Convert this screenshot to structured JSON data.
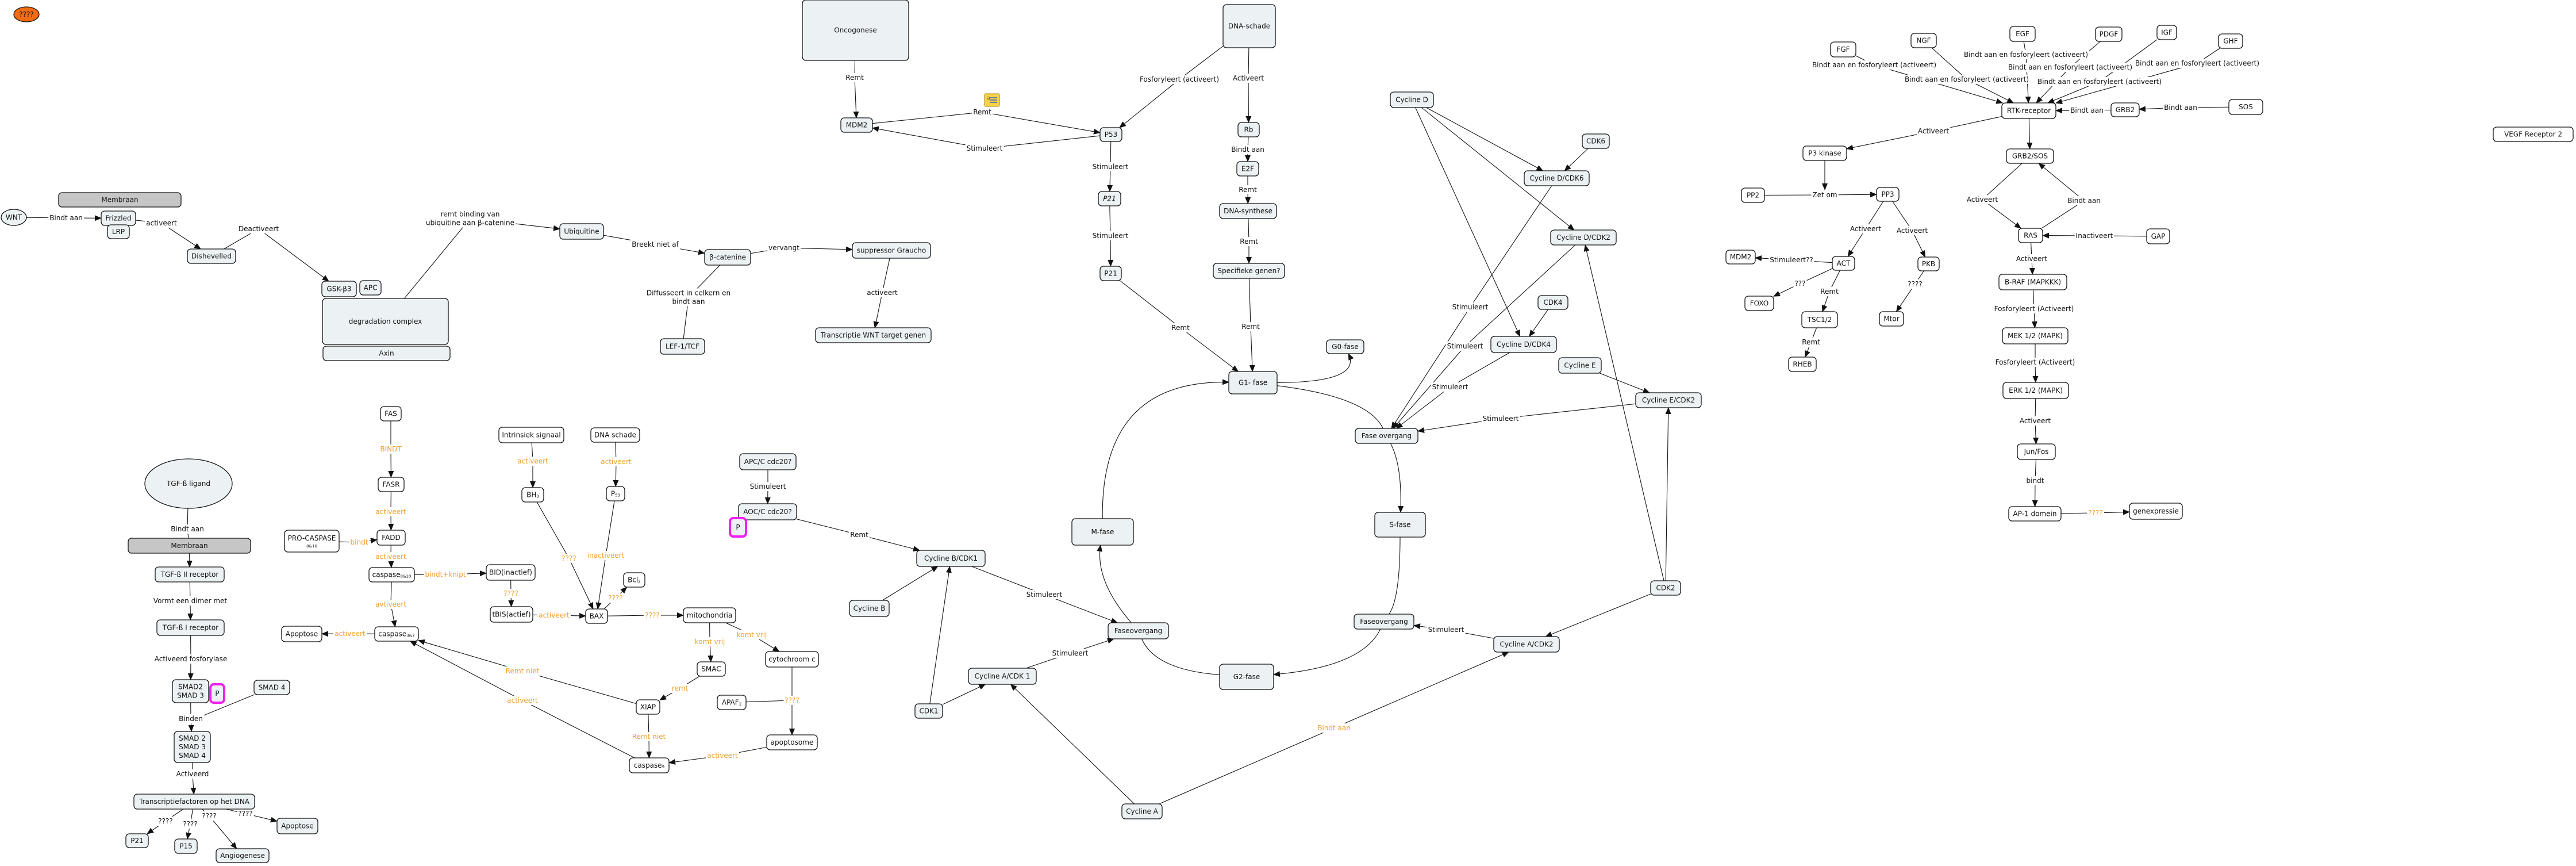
{
  "nodes": {
    "orange_bubble": "????",
    "wnt_membraan": "Membraan",
    "wnt": "WNT",
    "frizzled": "Frizzled",
    "lrp": "LRP",
    "dishevelled": "Dishevelled",
    "gsk": "GSK-β3",
    "apc": "APC",
    "degr": "degradation complex",
    "axin": "Axin",
    "ubiquitine": "Ubiquitine",
    "bcat": "β-catenine",
    "lef": "LEF-1/TCF",
    "graucho": "suppressor Graucho",
    "wnttarget": "Transcriptie WNT target genen",
    "oncogonese": "Oncogonese",
    "mdm2a": "MDM2",
    "p53": "P53",
    "dnaschade": "DNA-schade",
    "rb": "Rb",
    "e2f": "E2F",
    "dnasynth": "DNA-synthese",
    "specgenen": "Specifieke genen?",
    "p21i": "P21",
    "p21b": "P21",
    "g1": "G1- fase",
    "g0": "G0-fase",
    "cycd": "Cycline D",
    "cdk6": "CDK6",
    "cycdcdk6": "Cycline D/CDK6",
    "cycdcdk2": "Cycline D/CDK2",
    "cdk4": "CDK4",
    "cycdcdk4": "Cycline D/CDK4",
    "cyce": "Cycline E",
    "cycecdk2": "Cycline E/CDK2",
    "faseov1": "Fase overgang",
    "sfase": "S-fase",
    "faseov2": "Faseovergang",
    "cycacdk2": "Cycline A/CDK2",
    "cdk2": "CDK2",
    "g2": "G2-fase",
    "faseov3": "Faseovergang",
    "mfase": "M-fase",
    "cycbcdk1": "Cycline B/CDK1",
    "cycb": "Cycline B",
    "cdk1": "CDK1",
    "cycacdk1": "Cycline A/CDK 1",
    "cyca": "Cycline A",
    "apcc": "APC/C cdc20?",
    "aocc": "AOC/C cdc20?",
    "p_aoc": "P",
    "tgf": "TGF-ß ligand",
    "tgf_membraan": "Membraan",
    "tgf2": "TGF-ß II receptor",
    "tgf1": "TGF-ß I receptor",
    "smad23": [
      "SMAD2",
      "SMAD 3"
    ],
    "p_smad": "P",
    "smad4": "SMAD 4",
    "smad234": [
      "SMAD 2",
      "SMAD 3",
      "SMAD 4"
    ],
    "tf": "Transcriptiefactoren op het DNA",
    "p21c": "P21",
    "p15": "P15",
    "angio": "Angiogenese",
    "apoptose1": "Apoptose",
    "fas": "FAS",
    "fasr": "FASR",
    "fadd": "FADD",
    "procasp": {
      "text": "PRO-CASPASE",
      "sub": "8&10"
    },
    "casp810": {
      "text": "caspase",
      "sub": "8&10"
    },
    "bid": "BID(inactief)",
    "tbis": "tBIS(actief)",
    "intr": "Intrinsiek signaal",
    "dnasch2": "DNA schade",
    "bh3": {
      "text": "BH",
      "sub": "3"
    },
    "p53b": {
      "text": "P",
      "sub": "53"
    },
    "bax": "BAX",
    "bcl2": {
      "text": "Bcl",
      "sub": "2"
    },
    "mito": "mitochondria",
    "casp37": {
      "text": "caspase",
      "sub": "3&7"
    },
    "apoptose2": "Apoptose",
    "xiap": "XIAP",
    "smac": "SMAC",
    "cytc": "cytochroom c",
    "apaf": {
      "text": "APAF",
      "sub": "1"
    },
    "apoptosome": "apoptosome",
    "casp9": {
      "text": "caspase",
      "sub": "9"
    },
    "fgf": "FGF",
    "ngf": "NGF",
    "egf": "EGF",
    "pdgf": "PDGF",
    "igf": "IGF",
    "ghf": "GHF",
    "rtk": "RTK-receptor",
    "grb2": "GRB2",
    "sos": "SOS",
    "p3k": "P3 kinase",
    "grb2sos": "GRB2/SOS",
    "vegf": "VEGF Receptor 2",
    "pp2": "PP2",
    "pp3": "PP3",
    "mdm2b": "MDM2",
    "act": "ACT",
    "pkb": "PKB",
    "foxo": "FOXO",
    "tsc": "TSC1/2",
    "mtor": "Mtor",
    "rheb": "RHEB",
    "ras": "RAS",
    "gap": "GAP",
    "braf": "B-RAF (MAPKKK)",
    "mek": "MEK 1/2 (MAPK)",
    "erk": "ERK 1/2 (MAPK)",
    "junfos": "Jun/Fos",
    "ap1": "AP-1 domein",
    "genexp": "genexpressie"
  },
  "edge_labels": {
    "wnt_bindt": "Bindt aan",
    "fz_act": "activeert",
    "dsh_deact": "Deactiveert",
    "remt_binding": [
      "remt binding van",
      "ubiquitine aan β-catenine"
    ],
    "breekt": "Breekt niet af",
    "diffusseert": [
      "Diffusseert in celkern en",
      "bindt aan"
    ],
    "vervangt": "vervangt",
    "graucho_act": "activeert",
    "onco_remt": "Remt",
    "mdm2_remt": "Remt",
    "p53_stim": "Stimuleert",
    "fosfo": "Fosforyleert (activeert)",
    "dna_act": "Activeert",
    "rb_bindt": "Bindt aan",
    "e2f_remt": "Remt",
    "synth_remt": "Remt",
    "spec_remt": "Remt",
    "p53_stim2": "Stimuleert",
    "p21_stim": "Stimuleert",
    "p21_remt": "Remt",
    "stim_d6": "Stimuleert",
    "stim_d2": "Stimuleert",
    "stim_d4": "Stimuleert",
    "stim_e2": "Stimuleert",
    "stim_a2": "Stimuleert",
    "stim_b1": "Stimuleert",
    "stim_a1": "Stimuleert",
    "cyca_bindt": "Bindt aan",
    "apc_stim": "Stimuleert",
    "aoc_remt": "Remt",
    "tgf_bindt": "Bindt aan",
    "dimer": "Vormt een dimer met",
    "fosforylase": "Activeerd fosforylase",
    "binden": "Binden",
    "smad_act": "Activeerd",
    "tf_q1": "????",
    "tf_q2": "????",
    "tf_q3": "????",
    "tf_q4": "????",
    "fas_bindt": "BINDT",
    "fasr_act": "activeert",
    "pro_bindt": "bindt",
    "fadd_act": "activeert",
    "knipt": "bindt+knipt",
    "bid_q": "????",
    "tbis_act": "activeert",
    "casp810_act": "avtiveert",
    "casp37_act": "activeert",
    "intr_act": "activeert",
    "dna2_act": "activeert",
    "bh3_q": "????",
    "p53b_inact": "inactiveert",
    "bcl_q": "????",
    "mito_q": "????",
    "smac_vrij": "komt vrij",
    "cytc_vrij": "komt vrij",
    "smac_remt": "remt",
    "xiap_remtniet1": "Remt niet",
    "casp9_act": "activeert",
    "xiap_remtniet2": "Remt niet",
    "cytc_q": "????",
    "apop_act": "activeert",
    "rtk_fgf": "Bindt aan en fosforyleert (activeert)",
    "rtk_ngf": "Bindt aan en fosforyleert (activeert)",
    "rtk_egf": "Bindt aan en fosforyleert (activeert)",
    "rtk_pdgf": "Bindt aan en fosforyleert (activeert)",
    "rtk_igf": "Bindt aan en fosforyleert (activeert)",
    "rtk_ghf": "Bindt aan en fosforyleert (activeert)",
    "grb2_bindt": "Bindt aan",
    "sos_bindt": "Bindt aan",
    "rtk_act": "Activeert",
    "zetom": "Zet om",
    "pp3_act1": "Activeert",
    "pp3_act2": "Activeert",
    "act_stim": "Stimuleert??",
    "act_q": "???",
    "act_remt": "Remt",
    "pkb_q": "????",
    "tsc_remt": "Remt",
    "grbsos_act": "Activeert",
    "ras_bindt": "Bindt aan",
    "gap_inact": "Inactiveert",
    "ras_act": "Activeert",
    "braf_fosfo": "Fosforyleert (Activeert)",
    "mek_fosfo": "Fosforyleert (Activeert)",
    "erk_act": "Activeert",
    "jun_bindt": "bindt",
    "ap1_q": "????"
  },
  "colors": {
    "node_fill": "#ecf2f4",
    "membrane_fill": "#c6c6c6",
    "phospho_border": "#f020f0",
    "apoptosis_label": "#f0a030",
    "bubble": "#f36b12"
  }
}
